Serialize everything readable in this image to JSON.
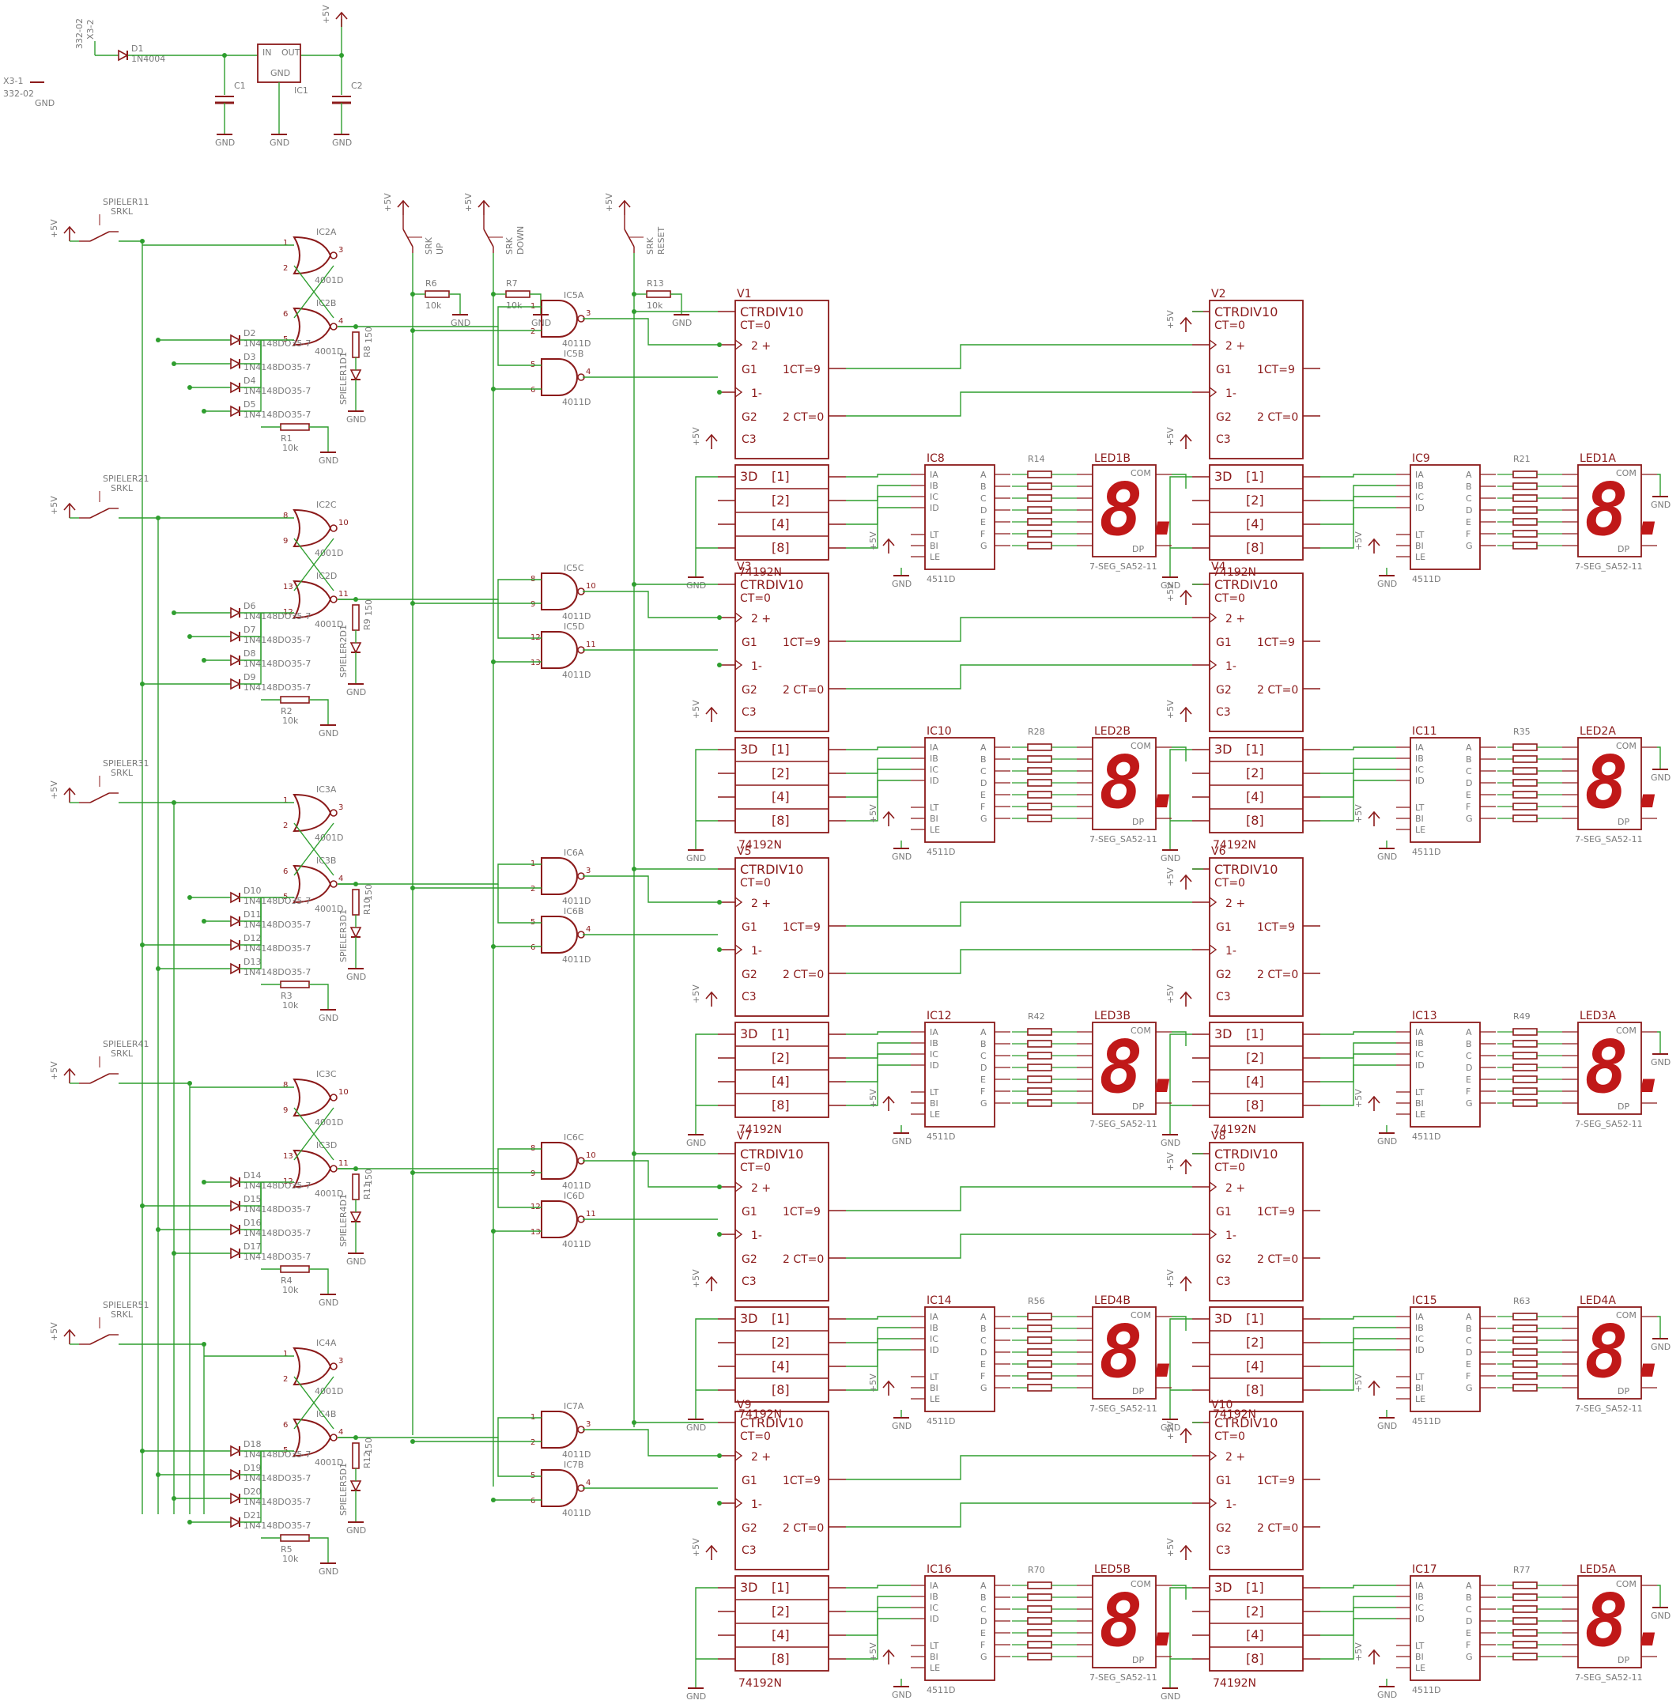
{
  "power_supply": {
    "conn_top_label": "X3-2",
    "conn_top_value": "332-02",
    "conn_bottom_label": "X3-1",
    "conn_bottom_value": "332-02",
    "conn_bottom_net": "GND",
    "diode_name": "D1",
    "diode_part": "1N4004",
    "regulator_name": "IC1",
    "reg_in": "IN",
    "reg_out": "OUT",
    "reg_gnd": "GND",
    "cap1": "C1",
    "cap2": "C2",
    "supply_label": "+5V",
    "gnd_label": "GND"
  },
  "controls": [
    {
      "name": "UP",
      "type": "SRK",
      "resistor": "R6",
      "res_value": "10k"
    },
    {
      "name": "DOWN",
      "type": "SRK",
      "resistor": "R7",
      "res_value": "10k"
    },
    {
      "name": "RESET",
      "type": "SRK",
      "resistor": "R13",
      "res_value": "10k"
    }
  ],
  "common": {
    "plus5v": "+5V",
    "gnd": "GND",
    "diode_part": "1N4148DO35-7",
    "res_10k": "10k",
    "res_150": "150",
    "switch_type": "SRKL",
    "gate_4001": "4001D",
    "gate_4011": "4011D",
    "counter_part": "74192N",
    "decoder_part": "4511D",
    "display_part": "7-SEG_SA52-11",
    "com": "COM",
    "dp": "DP",
    "digit_glyph": "8."
  },
  "counter_labels": {
    "title": "CTRDIV10",
    "ct0": "CT=0",
    "up": "2 +",
    "g1": "G1",
    "down": "1-",
    "g2": "G2",
    "c3": "C3",
    "ct9": "1CT=9",
    "ct0out": "2 CT=0",
    "in_3d": "3D",
    "w1": "[1]",
    "w2": "[2]",
    "w4": "[4]",
    "w8": "[8]"
  },
  "decoder_labels": {
    "ia": "IA",
    "ib": "IB",
    "ic": "IC",
    "id": "ID",
    "lt": "LT",
    "bi": "BI",
    "le": "LE",
    "a": "A",
    "b": "B",
    "c": "C",
    "d": "D",
    "e": "E",
    "f": "F",
    "g": "G"
  },
  "players": [
    {
      "switch": "SPIELER11",
      "latch_a": "IC2A",
      "latch_b": "IC2B",
      "led": "SPIELER1D1",
      "res_led": "R8",
      "res_pd": "R1",
      "diodes": [
        "D2",
        "D3",
        "D4",
        "D5"
      ],
      "nand_a": "IC5A",
      "nand_b": "IC5B",
      "counters": [
        "V1",
        "V2"
      ],
      "decoders": [
        "IC8",
        "IC9"
      ],
      "displays": [
        "LED1B",
        "LED1A"
      ],
      "seg_res": [
        "R14",
        "R21"
      ]
    },
    {
      "switch": "SPIELER21",
      "latch_a": "IC2C",
      "latch_b": "IC2D",
      "led": "SPIELER2D1",
      "res_led": "R9",
      "res_pd": "R2",
      "diodes": [
        "D6",
        "D7",
        "D8",
        "D9"
      ],
      "nand_a": "IC5C",
      "nand_b": "IC5D",
      "counters": [
        "V3",
        "V4"
      ],
      "decoders": [
        "IC10",
        "IC11"
      ],
      "displays": [
        "LED2B",
        "LED2A"
      ],
      "seg_res": [
        "R28",
        "R35"
      ]
    },
    {
      "switch": "SPIELER31",
      "latch_a": "IC3A",
      "latch_b": "IC3B",
      "led": "SPIELER3D1",
      "res_led": "R10",
      "res_pd": "R3",
      "diodes": [
        "D10",
        "D11",
        "D12",
        "D13"
      ],
      "nand_a": "IC6A",
      "nand_b": "IC6B",
      "counters": [
        "V5",
        "V6"
      ],
      "decoders": [
        "IC12",
        "IC13"
      ],
      "displays": [
        "LED3B",
        "LED3A"
      ],
      "seg_res": [
        "R42",
        "R49"
      ]
    },
    {
      "switch": "SPIELER41",
      "latch_a": "IC3C",
      "latch_b": "IC3D",
      "led": "SPIELER4D1",
      "res_led": "R11",
      "res_pd": "R4",
      "diodes": [
        "D14",
        "D15",
        "D16",
        "D17"
      ],
      "nand_a": "IC6C",
      "nand_b": "IC6D",
      "counters": [
        "V7",
        "V8"
      ],
      "decoders": [
        "IC14",
        "IC15"
      ],
      "displays": [
        "LED4B",
        "LED4A"
      ],
      "seg_res": [
        "R56",
        "R63"
      ]
    },
    {
      "switch": "SPIELER51",
      "latch_a": "IC4A",
      "latch_b": "IC4B",
      "led": "SPIELER5D1",
      "res_led": "R12",
      "res_pd": "R5",
      "diodes": [
        "D18",
        "D19",
        "D20",
        "D21"
      ],
      "nand_a": "IC7A",
      "nand_b": "IC7B",
      "counters": [
        "V9",
        "V10"
      ],
      "decoders": [
        "IC16",
        "IC17"
      ],
      "displays": [
        "LED5B",
        "LED5A"
      ],
      "seg_res": [
        "R70",
        "R77"
      ]
    }
  ],
  "colors": {
    "wire": "#2f9e2f",
    "symbol": "#8b1a1a",
    "label": "#7a7a7a",
    "segment": "#c01818",
    "background": "#ffffff"
  }
}
